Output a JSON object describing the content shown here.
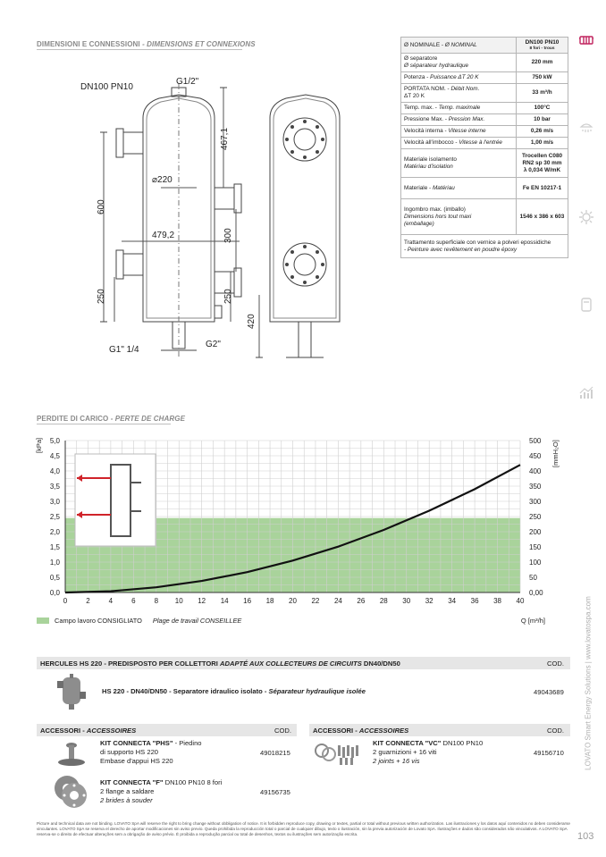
{
  "sections": {
    "dims_title": "DIMENSIONI E CONNESSIONI",
    "dims_title_fr": " - DIMENSIONS ET CONNEXIONS",
    "losses_title": "PERDITE DI CARICO",
    "losses_title_fr": " - PERTE DE CHARGE"
  },
  "drawing": {
    "label_dn": "DN100 PN10",
    "label_g12": "G1/2\"",
    "label_d220": "⌀220",
    "label_4671": "467,1",
    "label_600": "600",
    "label_4792": "479,2",
    "label_300": "300",
    "label_250a": "250",
    "label_250b": "250",
    "label_420": "420",
    "label_g114": "G1\" 1/4",
    "label_g2": "G2\""
  },
  "spec": {
    "head_label": "Ø NOMINALE - ",
    "head_label_fr": "Ø NOMINAL",
    "head_value": "DN100 PN10",
    "head_sub": "8 fori - trous",
    "rows": [
      {
        "it": "Ø separatore",
        "fr": "Ø séparateur hydraulique",
        "v": "220 mm"
      },
      {
        "it": "Potenza - ",
        "fr": "Puissance ΔT 20 K",
        "v": "750 kW"
      },
      {
        "it": "PORTATA NOM. - ",
        "fr": "Débit Nom.",
        "it2": "ΔT 20 K",
        "v": "33 m³/h"
      },
      {
        "it": "Temp. max. - ",
        "fr": "Temp. maximale",
        "v": "100°C"
      },
      {
        "it": "Pressione Max. - ",
        "fr": "Pression Max.",
        "v": "10 bar"
      },
      {
        "it": "Velocità interna - ",
        "fr": "Vitesse interne",
        "v": "0,26 m/s"
      },
      {
        "it": "Velocità all'imbocco - ",
        "fr": "Vitesse à l'entrée",
        "v": "1,00 m/s"
      }
    ],
    "iso_it": "Materiale isolamento",
    "iso_fr": "Matériau d'isolation",
    "iso_v1": "Trocellen C080",
    "iso_v2": "RN2 sp 30 mm",
    "iso_v3": "λ 0,034 W/mK",
    "mat_it": "Materiale - ",
    "mat_fr": "Matériau",
    "mat_v": "Fe EN 10217-1",
    "ing_it": "Ingombro max. (imballo)",
    "ing_fr1": "Dimensions hors tout maxi",
    "ing_fr2": "(emballage)",
    "ing_v": "1546 x 386 x 603",
    "treat_it": "Trattamento superficiale con vernice a polveri epossidiche",
    "treat_fr": " -  Peinture avec revêtement en poudre époxy"
  },
  "chart_data": {
    "type": "line",
    "x_label": "Q [m³/h]",
    "y_left_label": "[kPa]",
    "y_right_label": "[mmH₂O]",
    "x_ticks": [
      "0",
      "2",
      "4",
      "6",
      "8",
      "10",
      "12",
      "14",
      "16",
      "18",
      "20",
      "22",
      "24",
      "26",
      "28",
      "30",
      "32",
      "34",
      "36",
      "38",
      "40"
    ],
    "y_left_ticks": [
      "0,0",
      "0,5",
      "1,0",
      "1,5",
      "2,0",
      "2,5",
      "3,0",
      "3,5",
      "4,0",
      "4,5",
      "5,0"
    ],
    "y_right_ticks": [
      "0,00",
      "50",
      "100",
      "150",
      "200",
      "250",
      "300",
      "350",
      "400",
      "450",
      "500"
    ],
    "xlim": [
      0,
      40
    ],
    "ylim": [
      0,
      5
    ],
    "recommended_band": {
      "from_kpa": 0,
      "to_kpa": 2.45,
      "color": "#a9d39b"
    },
    "series": [
      {
        "x": [
          0,
          4,
          8,
          12,
          16,
          20,
          24,
          28,
          32,
          36,
          40
        ],
        "y": [
          0,
          0.04,
          0.17,
          0.38,
          0.67,
          1.05,
          1.51,
          2.06,
          2.69,
          3.4,
          4.2
        ]
      }
    ],
    "legend_it": "Campo lavoro CONSIGLIATO",
    "legend_fr": "Plage de travail CONSEILLEE"
  },
  "product": {
    "bar_text": "HERCULES HS 220 - PREDISPOSTO PER COLLETTORI ",
    "bar_text_fr": "ADAPTÉ AUX COLLECTEURS DE CIRCUITS",
    "bar_text_end": " DN40/DN50",
    "cod": "COD.",
    "name": "HS 220 - DN40/DN50 - Separatore idraulico isolato - ",
    "name_fr": "Séparateur hydraulique isolée",
    "code": "49043689"
  },
  "acc_left": {
    "bar": "ACCESSORI - ",
    "bar_fr": "ACCESSOIRES",
    "cod": "COD.",
    "items": [
      {
        "title": "KIT CONNECTA \"PHS\"",
        "title_rest": " - Piedino",
        "l2": "di supporto HS 220",
        "l3": "Embase d'appui HS 220",
        "l3_italic": false,
        "code": "49018215"
      },
      {
        "title": "KIT CONNECTA \"F\"",
        "title_rest": " DN100 PN10 8 fori",
        "l2": "2 flange a saldare",
        "l3": "2 brides à souder",
        "l3_italic": true,
        "code": "49156735"
      }
    ]
  },
  "acc_right": {
    "bar": "ACCESSORI - ",
    "bar_fr": "ACCESSOIRES",
    "cod": "COD.",
    "item": {
      "title": "KIT CONNECTA \"VC\"",
      "title_rest": " DN100 PN10",
      "l2": "2 guarnizioni + 16 viti",
      "l3": "2 joints + 16 vis",
      "code": "49156710"
    }
  },
  "footnote": "Picture and technical data are not binding. LOVATO SpA will reserve the right to bring change without obbligation of notice. It is forbidden reproduce copy, drawing or textes, partial or total without previous written authorization. Las ilustraciones y los datos aquí contenidos no deben considerarse vinculantes. LOVATO SpA se reserva el derecho de aportar modificaciones sin aviso previo. Queda prohibida la reproducción total o parcial de cualquier dibujo, texto o ilustración, sin la previa autorización de Lovato SpA. Ilustrações e dados são considerados não vinculativos. A LOVATO SpA reserva-se o direito de efectuar alterações sem a obrigação de aviso prévio. É proibida a reprodução parcial ou total de desenhos, textos ou ilustrações sem autorização escrita.",
  "brand": {
    "vertical": "LOVATO Smart Energy Solutions  |  www.lovatospa.com",
    "page": "103"
  },
  "rail_icons": [
    "radiator-icon",
    "shower-icon",
    "gear-icon",
    "boiler-icon",
    "chart-icon"
  ]
}
